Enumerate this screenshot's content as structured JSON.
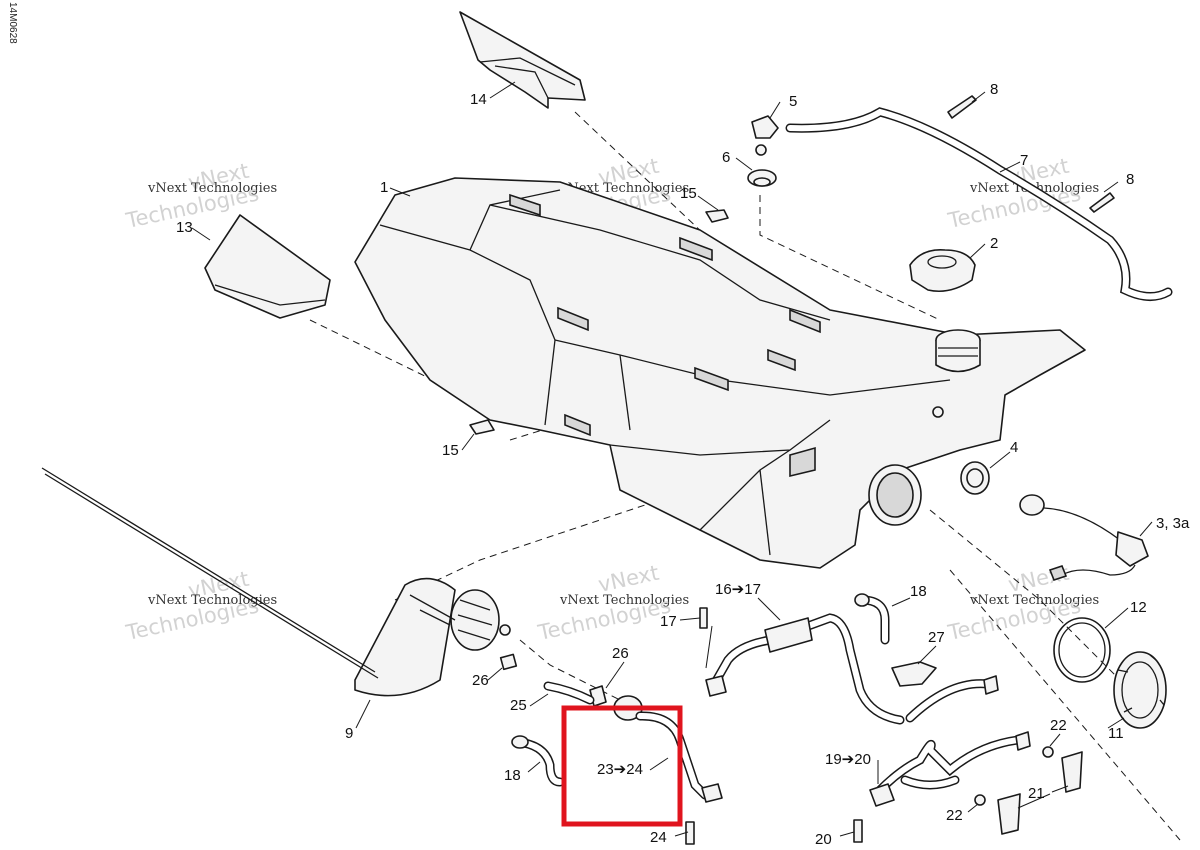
{
  "document_code": "14M0628",
  "watermark": {
    "line1": "vNext Technologies",
    "line2": "Technologies",
    "line3": "vNext"
  },
  "highlight_color": "#e0141e",
  "callouts": {
    "c1": "1",
    "c2": "2",
    "c3": "3, 3a",
    "c4": "4",
    "c5": "5",
    "c6": "6",
    "c7": "7",
    "c8a": "8",
    "c8b": "8",
    "c9": "9",
    "c11": "11",
    "c12": "12",
    "c13": "13",
    "c14": "14",
    "c15a": "15",
    "c15b": "15",
    "c16": "16➔17",
    "c17": "17",
    "c18a": "18",
    "c18b": "18",
    "c19": "19➔20",
    "c20": "20",
    "c21": "21",
    "c22a": "22",
    "c22b": "22",
    "c23": "23➔24",
    "c24": "24",
    "c25": "25",
    "c26a": "26",
    "c26b": "26",
    "c27": "27"
  }
}
